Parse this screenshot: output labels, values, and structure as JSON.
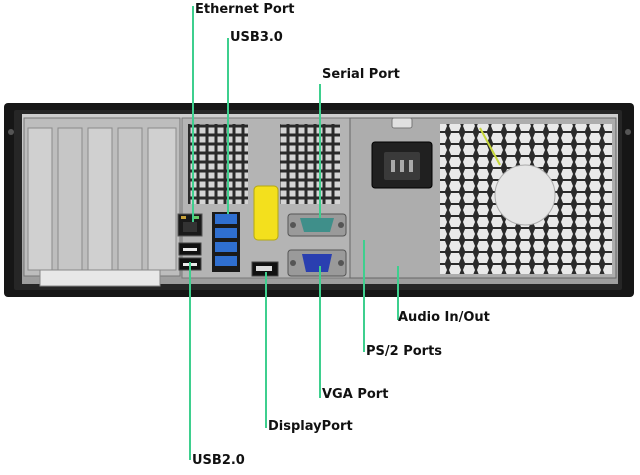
{
  "labels": {
    "ethernet": "Ethernet Port",
    "usb3": "USB3.0",
    "serial": "Serial Port",
    "audio": "Audio In/Out",
    "ps2": "PS/2 Ports",
    "vga": "VGA Port",
    "displayport": "DisplayPort",
    "usb2": "USB2.0"
  },
  "colors": {
    "callout_line": "#3ecf8e",
    "chassis": "#1b1b1b",
    "panel_metal": "#b8b8b8",
    "usb3_blue": "#2f6fd0",
    "vga_blue": "#2a3fb0",
    "serial_teal": "#3f8f8a",
    "ps2_green": "#3aa64a",
    "ps2_purple": "#7b5bb0",
    "audio_lightblue": "#7ec8e3",
    "audio_lime": "#c8d83a",
    "release_tab_yellow": "#f3e01d"
  },
  "icons": [
    "fan-grille",
    "power-socket",
    "ethernet-jack",
    "usb-port",
    "serial-connector",
    "vga-connector",
    "displayport-connector",
    "ps2-connector",
    "audio-jack",
    "expansion-slot"
  ]
}
